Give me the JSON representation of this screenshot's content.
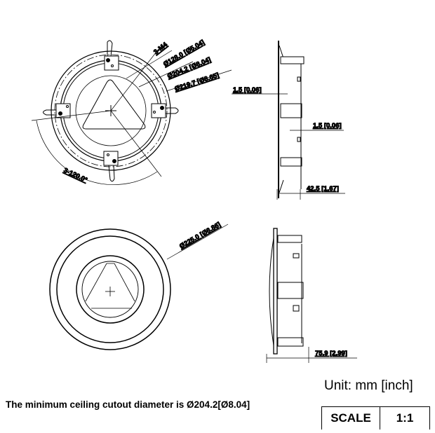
{
  "top_view": {
    "labels": {
      "screws": "3-M4",
      "d128": "Ø128.0 [Ø5.04]",
      "d204": "Ø204.2 [Ø8.04]",
      "d219": "Ø219.7 [Ø8.65]",
      "angle": "3-120.0°"
    }
  },
  "top_side_view": {
    "labels": {
      "thick1": "1.5 [0.06]",
      "thick2": "1.5 [0.06]",
      "depth": "42.5 [1.67]"
    }
  },
  "bottom_view": {
    "labels": {
      "d225": "Ø225.0 [Ø8.86]"
    }
  },
  "bottom_side_view": {
    "labels": {
      "depth": "75.9 [2.99]"
    }
  },
  "footer": {
    "unit": "Unit: mm [inch]",
    "note": "The minimum ceiling cutout diameter is Ø204.2[Ø8.04]",
    "scale_label": "SCALE",
    "scale_value": "1:1"
  }
}
